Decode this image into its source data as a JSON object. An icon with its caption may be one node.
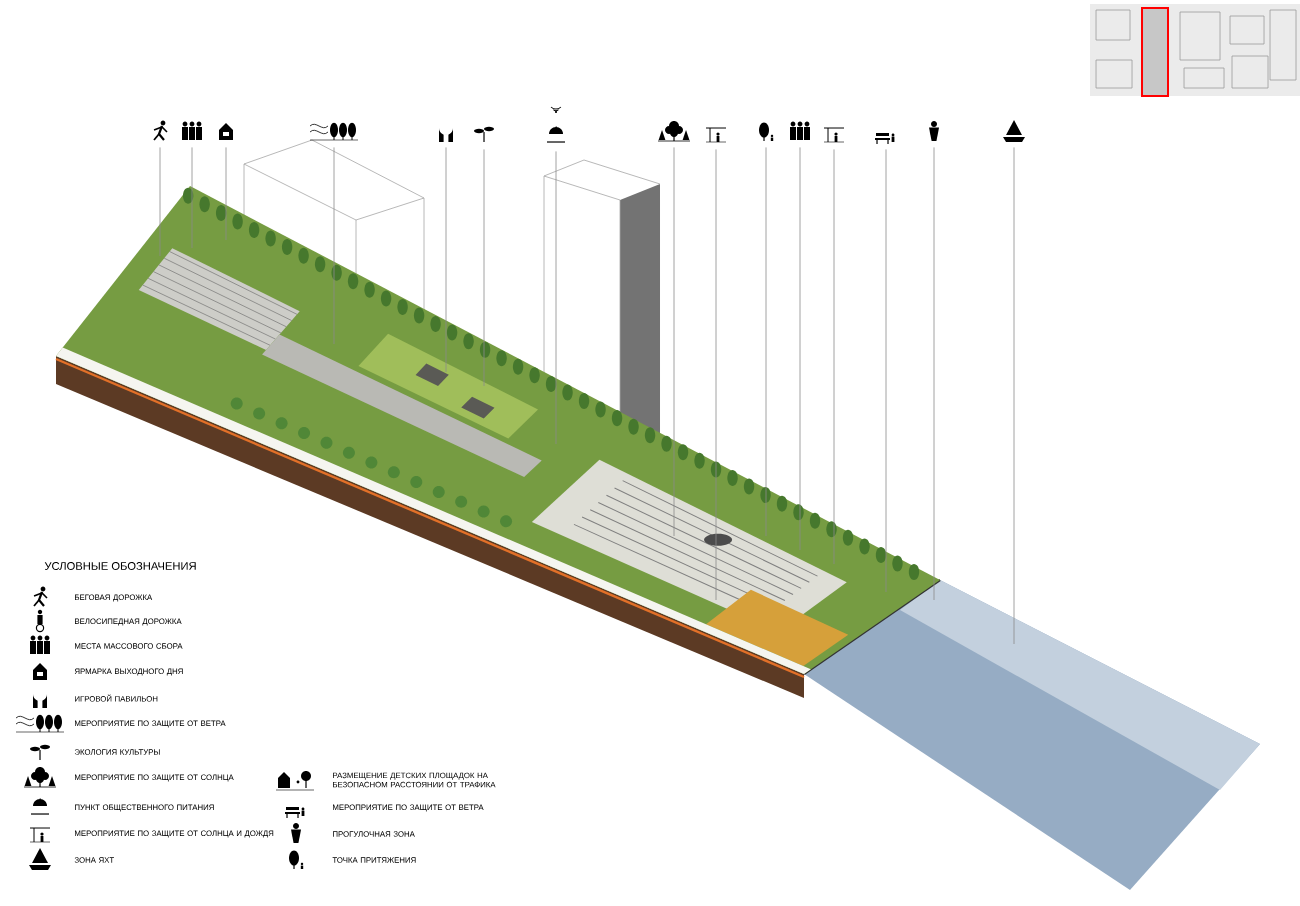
{
  "diagram": {
    "nodes": [
      {
        "text": [],
        "shape": "picture"
      },
      {
        "text": [],
        "shape": "picture"
      },
      {
        "text": [],
        "shape": "picture"
      },
      {
        "text": [],
        "shape": "picture"
      },
      {
        "text": [],
        "shape": "picture"
      },
      {
        "text": [],
        "shape": "picture"
      },
      {
        "text": [],
        "shape": "picture"
      },
      {
        "text": [],
        "shape": "picture"
      },
      {
        "text": [],
        "shape": "picture"
      },
      {
        "text": [],
        "shape": "picture"
      },
      {
        "text": [],
        "shape": "picture"
      },
      {
        "text": [],
        "shape": "picture"
      },
      {
        "text": [],
        "shape": "picture"
      },
      {
        "text": [],
        "shape": "picture"
      },
      {
        "text": [],
        "shape": "picture"
      }
    ],
    "edges": [
      {
        "from": 0,
        "to": null,
        "arrow": "none"
      },
      {
        "from": 1,
        "to": null,
        "arrow": "none"
      },
      {
        "from": 2,
        "to": null,
        "arrow": "none"
      },
      {
        "from": 3,
        "to": null,
        "arrow": "none"
      },
      {
        "from": 4,
        "to": null,
        "arrow": "none"
      },
      {
        "from": 5,
        "to": null,
        "arrow": "none"
      },
      {
        "from": 6,
        "to": null,
        "arrow": "none"
      },
      {
        "from": 7,
        "to": null,
        "arrow": "none"
      },
      {
        "from": 8,
        "to": null,
        "arrow": "none"
      },
      {
        "from": 9,
        "to": null,
        "arrow": "none"
      },
      {
        "from": 10,
        "to": null,
        "arrow": "none"
      },
      {
        "from": 11,
        "to": null,
        "arrow": "none"
      },
      {
        "from": 12,
        "to": null,
        "arrow": "none"
      },
      {
        "from": 13,
        "to": null,
        "arrow": "none"
      },
      {
        "from": 14,
        "to": null,
        "arrow": "none"
      }
    ],
    "labels": [
      "УСЛОВНЫЕ ОБОЗНАЧЕНИЯ"
    ],
    "legend": [
      {
        "text": "БЕГОВАЯ ДОРОЖКА"
      },
      {
        "text": "ВЕЛОСИПЕДНАЯ ДОРОЖКА"
      },
      {
        "text": "МЕСТА МАССОВОГО СБОРА"
      },
      {
        "text": "ЯРМАРКА ВЫХОДНОГО ДНЯ"
      },
      {
        "text": "ИГРОВОЙ ПАВИЛЬОН"
      },
      {
        "text": "МЕРОПРИЯТИЕ ПО ЗАЩИТЕ ОТ ВЕТРА"
      },
      {
        "text": "ЭКОЛОГИЯ КУЛЬТУРЫ"
      },
      {
        "text": "МЕРОПРИЯТИЕ ПО ЗАЩИТЕ ОТ СОЛНЦА"
      },
      {
        "text": "ПУНКТ ОБЩЕСТВЕННОГО ПИТАНИЯ"
      },
      {
        "text": "МЕРОПРИЯТИЕ ПО ЗАЩИТЕ ОТ СОЛНЦА И ДОЖДЯ"
      },
      {
        "text": "ЗОНА ЯХТ"
      },
      {
        "text": "РАЗМЕЩЕНИЕ ДЕТСКИХ ПЛОЩАДОК НА БЕЗОПАСНОМ РАССТОЯНИИ ОТ ТРАФИКА"
      },
      {
        "text": "МЕРОПРИЯТИЕ ПО ЗАЩИТЕ ОТ ВЕТРА"
      },
      {
        "text": "ПРОГУЛОЧНАЯ ЗОНА"
      },
      {
        "text": "ТОЧКА ПРИТЯЖЕНИЯ"
      }
    ]
  }
}
